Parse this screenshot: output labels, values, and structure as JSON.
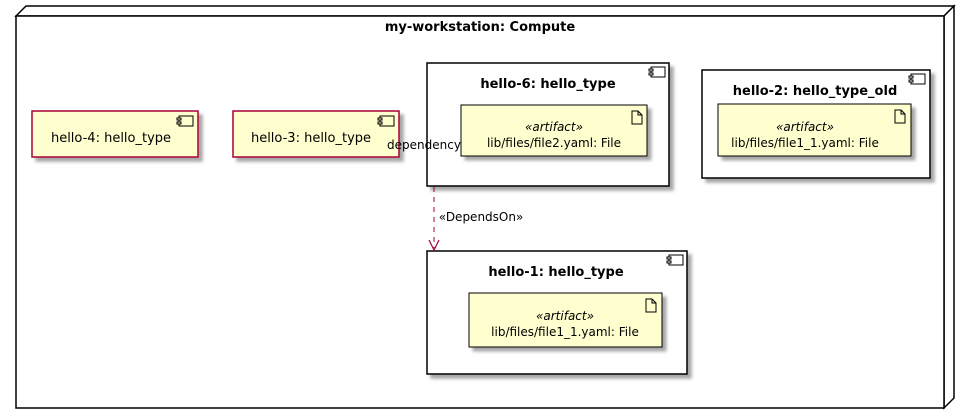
{
  "node": {
    "title": "my-workstation: Compute"
  },
  "components": {
    "hello4": {
      "label": "hello-4: hello_type"
    },
    "hello3": {
      "label": "hello-3: hello_type"
    },
    "hello6": {
      "title": "hello-6: hello_type",
      "artifact": {
        "stereotype": "«artifact»",
        "label": "lib/files/file2.yaml: File"
      }
    },
    "hello2": {
      "title": "hello-2: hello_type_old",
      "artifact": {
        "stereotype": "«artifact»",
        "label": "lib/files/file1_1.yaml: File"
      }
    },
    "hello1": {
      "title": "hello-1: hello_type",
      "artifact": {
        "stereotype": "«artifact»",
        "label": "lib/files/file1_1.yaml: File"
      }
    }
  },
  "edge": {
    "source_label": "dependency",
    "stereotype": "«DependsOn»"
  },
  "colors": {
    "component_fill": "#FEFECE",
    "component_stroke": "#A80036",
    "box_stroke": "#000000",
    "arrow": "#A80036",
    "shadow": "#BBBBBB"
  }
}
